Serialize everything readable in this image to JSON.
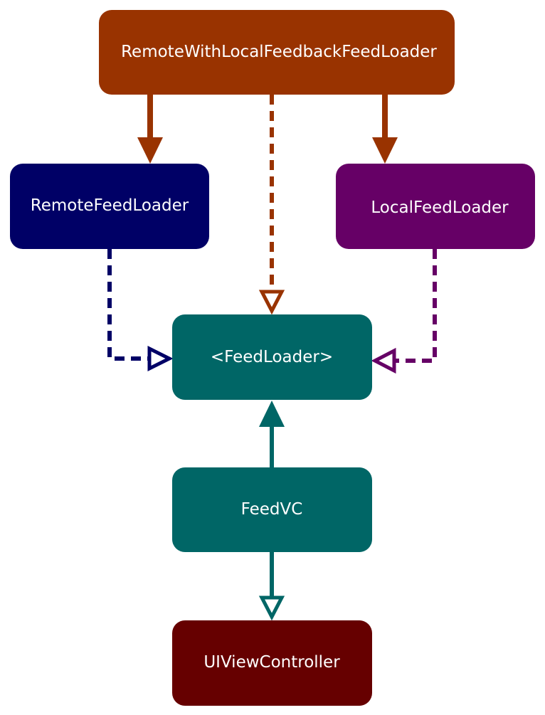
{
  "nodes": {
    "remote_with_local": {
      "label": "RemoteWithLocalFeedbackFeedLoader",
      "color": "#993300"
    },
    "remote_feed_loader": {
      "label": "RemoteFeedLoader",
      "color": "#000066"
    },
    "local_feed_loader": {
      "label": "LocalFeedLoader",
      "color": "#660066"
    },
    "feed_loader_protocol": {
      "label": "<FeedLoader>",
      "color": "#006666"
    },
    "feed_vc": {
      "label": "FeedVC",
      "color": "#006666"
    },
    "ui_view_controller": {
      "label": "UIViewController",
      "color": "#660000"
    }
  },
  "edges": [
    {
      "from": "remote_with_local",
      "to": "remote_feed_loader",
      "style": "solid",
      "head": "filled",
      "color": "#993300"
    },
    {
      "from": "remote_with_local",
      "to": "feed_loader_protocol",
      "style": "dashed",
      "head": "open",
      "color": "#993300"
    },
    {
      "from": "remote_with_local",
      "to": "local_feed_loader",
      "style": "solid",
      "head": "filled",
      "color": "#993300"
    },
    {
      "from": "remote_feed_loader",
      "to": "feed_loader_protocol",
      "style": "dashed",
      "head": "open",
      "color": "#000066"
    },
    {
      "from": "local_feed_loader",
      "to": "feed_loader_protocol",
      "style": "dashed",
      "head": "open",
      "color": "#660066"
    },
    {
      "from": "feed_vc",
      "to": "feed_loader_protocol",
      "style": "solid",
      "head": "filled",
      "color": "#006666"
    },
    {
      "from": "feed_vc",
      "to": "ui_view_controller",
      "style": "solid",
      "head": "open",
      "color": "#006666"
    }
  ]
}
